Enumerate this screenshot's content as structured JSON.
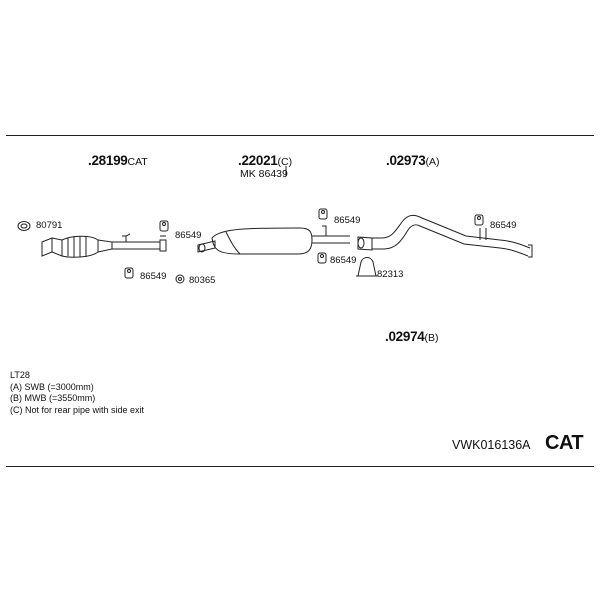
{
  "parts": {
    "cat_main": {
      "number": ".28199",
      "suffix": "CAT"
    },
    "mid_main": {
      "number": ".22021",
      "suffix": "(C)"
    },
    "mid_kit": "MK 86439",
    "rear_a": {
      "number": ".02973",
      "suffix": "(A)"
    },
    "rear_b": {
      "number": ".02974",
      "suffix": "(B)"
    }
  },
  "small_parts": {
    "gasket": "80791",
    "clamp_1": "86549",
    "clamp_2": "86549",
    "nut": "80365",
    "clamp_3": "86549",
    "clamp_4": "86549",
    "clamp_5": "86549",
    "u_clamp": "82313"
  },
  "notes": {
    "model": "LT28",
    "line_a": "(A) SWB (=3000mm)",
    "line_b": "(B) MWB (=3550mm)",
    "line_c": "(C) Not for rear pipe with side exit"
  },
  "footer": {
    "kit_code": "VWK016136A",
    "badge": "CAT"
  }
}
